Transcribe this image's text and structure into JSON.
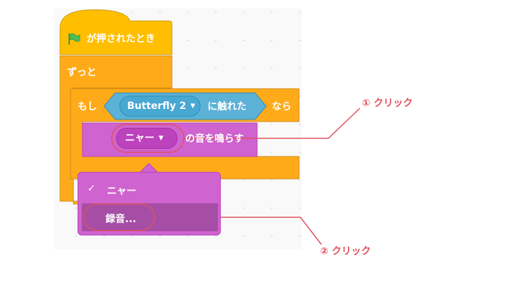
{
  "hat_block": {
    "label": "が押されたとき",
    "icon": "green-flag-icon"
  },
  "forever_block": {
    "label": "ずっと"
  },
  "if_block": {
    "label_if": "もし",
    "label_then": "なら",
    "sensing": {
      "dropdown_value": "Butterfly 2",
      "label": "に触れた"
    }
  },
  "sound_block": {
    "dropdown_value": "ニャー",
    "label": "の音を鳴らす"
  },
  "dropdown_menu": {
    "items": [
      {
        "check": "✓",
        "label": "ニャー"
      },
      {
        "label": "録音..."
      }
    ]
  },
  "annotations": {
    "step1": "① クリック",
    "step2": "② クリック",
    "color": "#e0505e"
  },
  "colors": {
    "events": "#ffbf00",
    "control": "#ffab19",
    "sensing": "#5cb1d6",
    "sound": "#cf63cf",
    "sound_dark": "#bd42bd"
  }
}
